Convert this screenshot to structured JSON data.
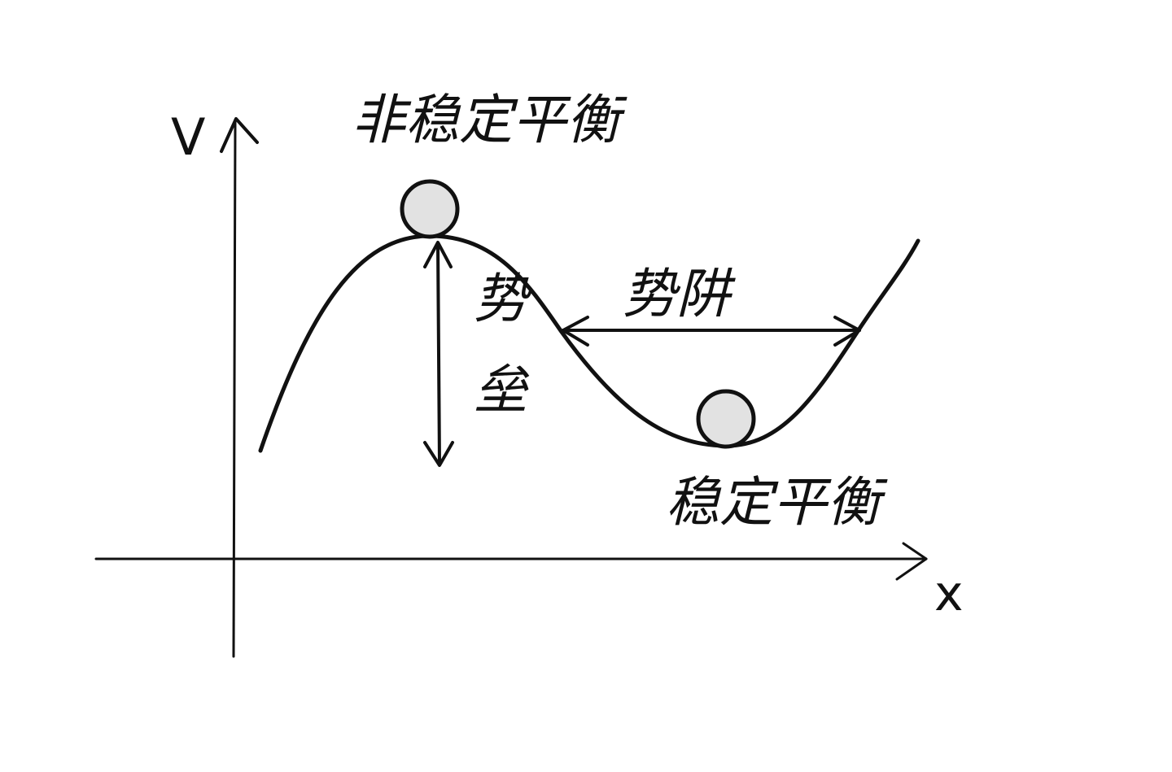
{
  "diagram": {
    "axes": {
      "y_label": "V",
      "x_label": "x"
    },
    "labels": {
      "unstable_equilibrium": "非稳定平衡",
      "potential_barrier": "势垒",
      "potential_well": "势阱",
      "stable_equilibrium": "稳定平衡"
    },
    "colors": {
      "ink": "#111111",
      "ball_fill": "#e2e2e2",
      "background": "#ffffff"
    }
  }
}
